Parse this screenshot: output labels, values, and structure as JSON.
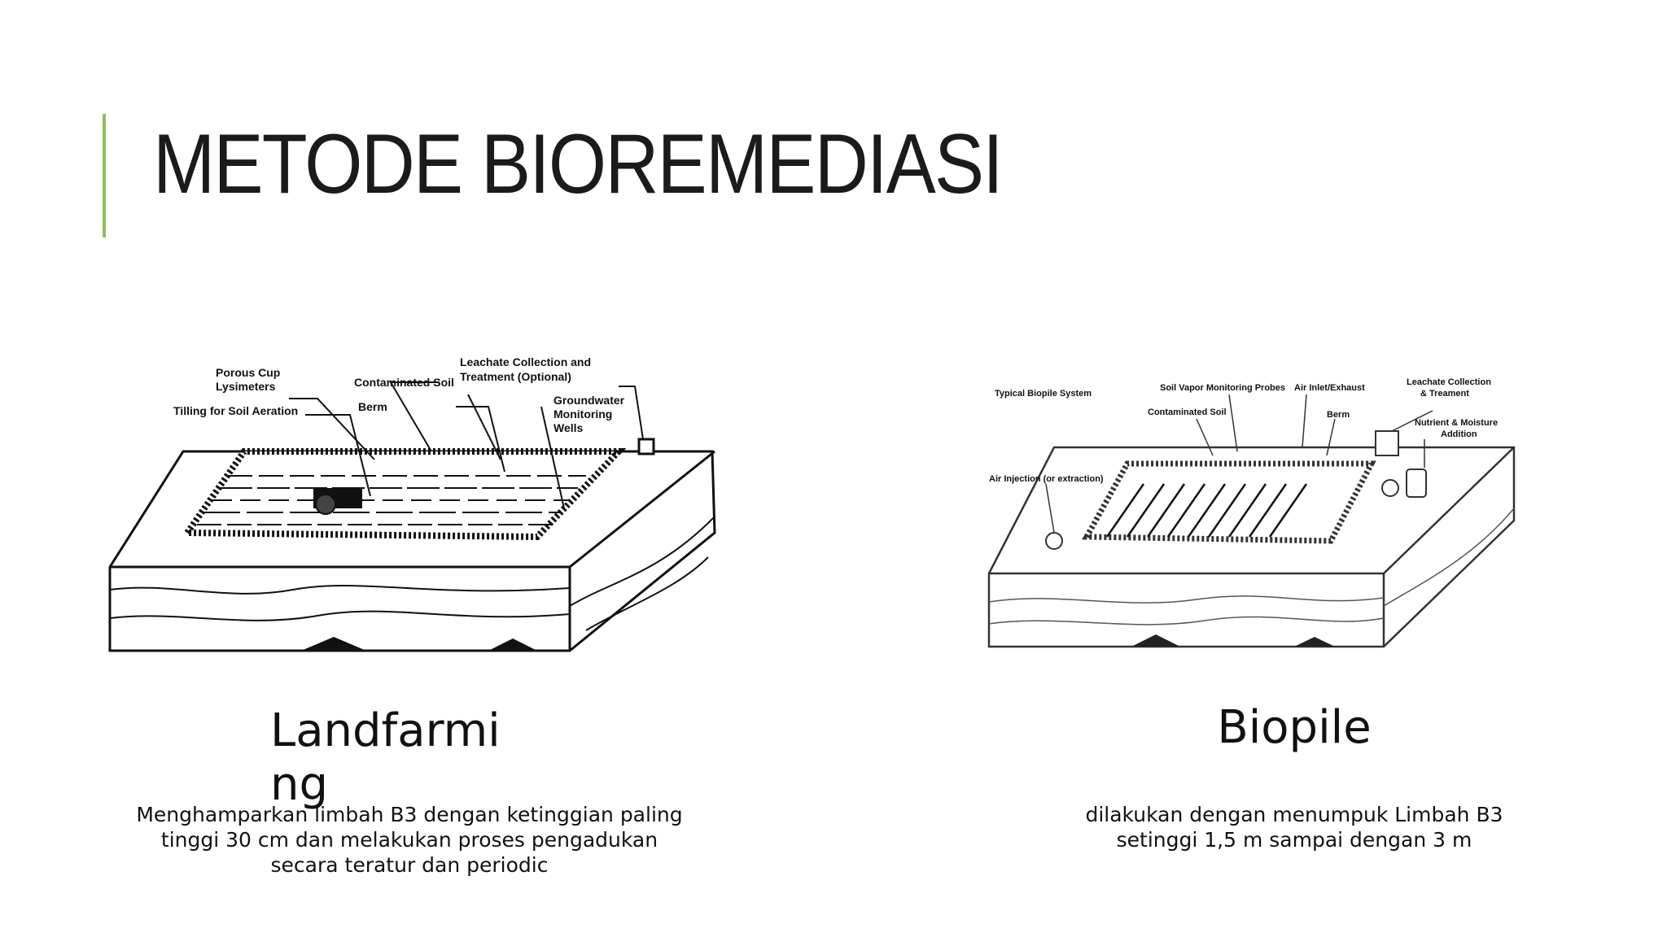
{
  "slide": {
    "title": "METODE BIOREMEDIASI",
    "accent_color": "#8cc152"
  },
  "left": {
    "heading": "Landfarming",
    "description": "Menghamparkan limbah B3 dengan ketinggian paling tinggi 30 cm dan melakukan proses pengadukan secara teratur dan periodic",
    "diagram_labels": {
      "porous_cup": "Porous Cup",
      "lysimeters": "Lysimeters",
      "tilling": "Tilling for Soil Aeration",
      "contaminated_soil": "Contaminated Soil",
      "berm": "Berm",
      "leachate_1": "Leachate Collection and",
      "leachate_2": "Treatment (Optional)",
      "gw_1": "Groundwater",
      "gw_2": "Monitoring",
      "gw_3": "Wells"
    }
  },
  "right": {
    "heading": "Biopile",
    "description": "dilakukan dengan menumpuk Limbah B3 setinggi 1,5 m sampai dengan 3 m",
    "diagram_labels": {
      "system": "Typical Biopile System",
      "probes": "Soil Vapor Monitoring Probes",
      "air_inlet": "Air Inlet/Exhaust",
      "leachate_1": "Leachate Collection",
      "leachate_2": "& Treament",
      "contaminated_soil": "Contaminated Soil",
      "berm": "Berm",
      "nutrient_1": "Nutrient & Moisture",
      "nutrient_2": "Addition",
      "air_injection": "Air Injection (or extraction)"
    }
  }
}
